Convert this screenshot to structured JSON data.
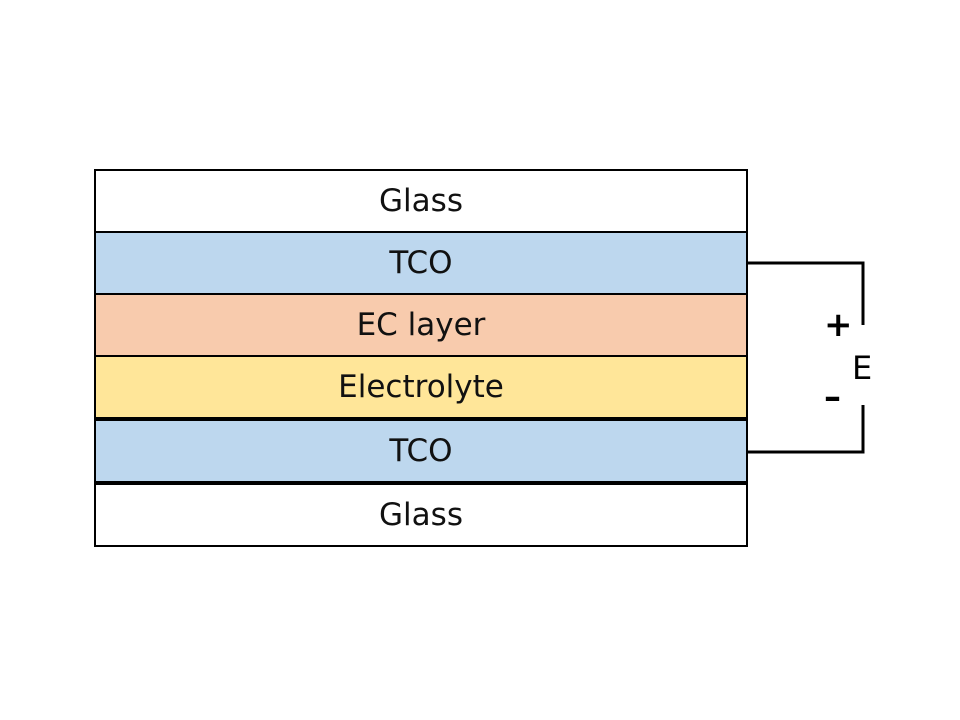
{
  "layers": [
    {
      "label": "Glass",
      "color": "#ffffff"
    },
    {
      "label": "TCO",
      "color": "#bdd7ee"
    },
    {
      "label": "EC layer",
      "color": "#f8cbad"
    },
    {
      "label": "Electrolyte",
      "color": "#ffe699"
    },
    {
      "label": "TCO",
      "color": "#bdd7ee"
    },
    {
      "label": "Glass",
      "color": "#ffffff"
    }
  ],
  "circuit": {
    "plus": "+",
    "minus": "–",
    "voltage_label": "E"
  }
}
